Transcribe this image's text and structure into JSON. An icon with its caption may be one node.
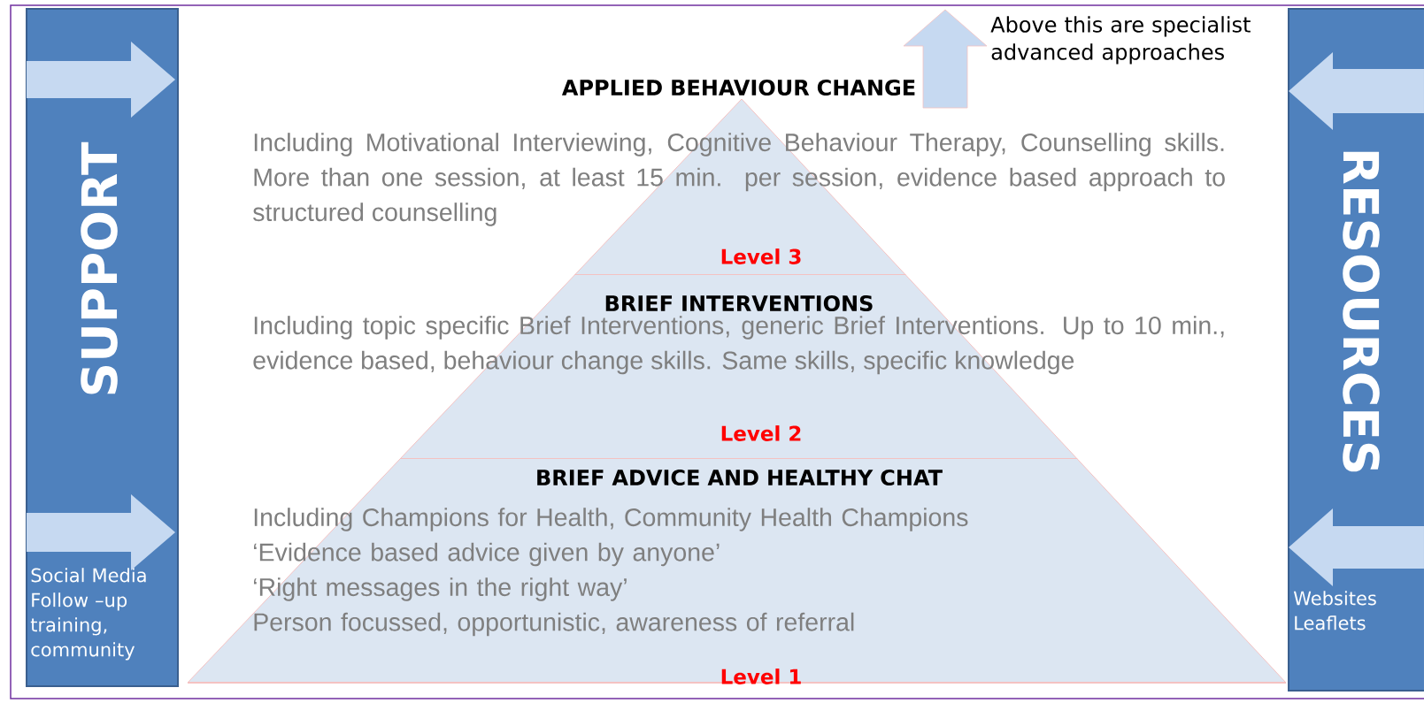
{
  "diagram": {
    "nodes": [
      {
        "text": [
          "SUPPORT",
          "Social Media Follow –up training, community"
        ]
      },
      {
        "text": [
          "APPLIED BEHAVIOUR CHANGE",
          "Including Motivational Interviewing, Cognitive Behaviour Therapy, Counselling skills.  More than one session, at least 15 min. per session, evidence based approach to structured counselling",
          "Level 3"
        ]
      },
      {
        "text": [
          "BRIEF INTERVENTIONS",
          "Including topic specific Brief Interventions, generic Brief Interventions.  Up to 10 min., evidence based, behaviour change skills.  Same skills, specific knowledge",
          "Level 2"
        ]
      },
      {
        "text": [
          "BRIEF ADVICE AND HEALTHY CHAT",
          "Including Champions for Health, Community Health Champions",
          "‘Evidence based advice given by anyone’",
          "‘Right messages in the right way’",
          "Person focussed, opportunistic, awareness of referral",
          "Level 1"
        ]
      },
      {
        "text": [
          "RESOURCES",
          "Websites Leaflets"
        ]
      }
    ],
    "labels": [
      "Above this are specialist advanced approaches"
    ]
  }
}
